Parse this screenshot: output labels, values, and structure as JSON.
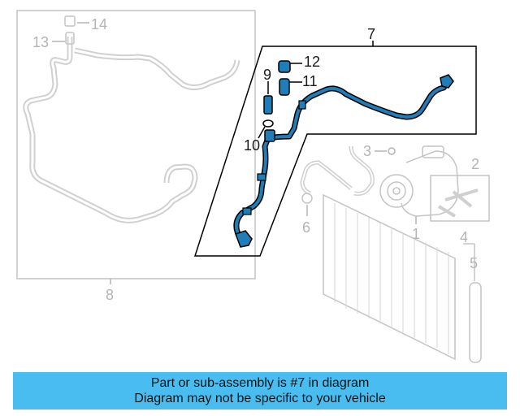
{
  "callouts": {
    "c1": "1",
    "c2": "2",
    "c3": "3",
    "c4": "4",
    "c5": "5",
    "c6": "6",
    "c7": "7",
    "c8": "8",
    "c9": "9",
    "c10": "10",
    "c11": "11",
    "c12": "12",
    "c13": "13",
    "c14": "14"
  },
  "banner": {
    "line1": "Part or sub-assembly is #7 in diagram",
    "line2": "Diagram may not be specific to your vehicle"
  },
  "colors": {
    "highlight_part": "#1f7db8",
    "outline": "#000000",
    "faded_part": "#bdbdbd",
    "banner_bg": "#49bdf0"
  }
}
